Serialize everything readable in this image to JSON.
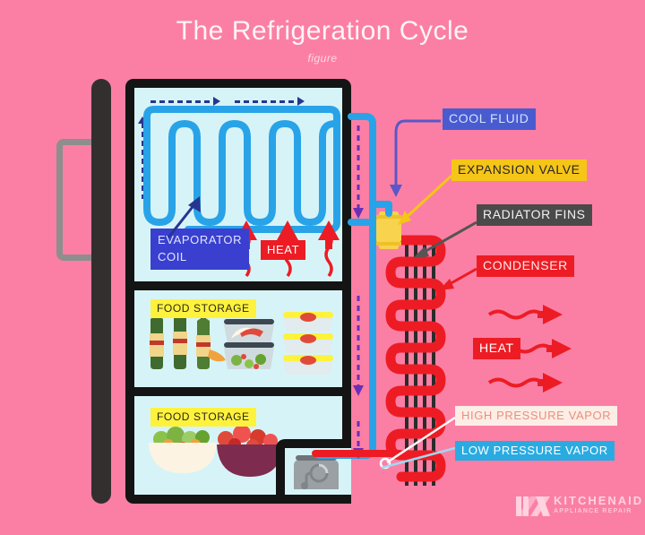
{
  "header": {
    "title": "The Refrigeration Cycle",
    "subtitle": "figure"
  },
  "colors": {
    "background": "#fb7fa4",
    "fridge_body": "#141414",
    "compartment": "#d6f4f8",
    "evaporator_coil": "#29a3e8",
    "condenser_coil": "#ed1c24",
    "expansion_valve": "#f7d34e",
    "radiator_fins": "#2b2b2b",
    "high_pressure_pipe": "#ed1c24",
    "low_pressure_pipe": "#29abe2",
    "airflow_arrow": "#26368f",
    "heat_arrow": "#ed1c24"
  },
  "labels": {
    "cool_fluid": "COOL FLUID",
    "expansion_valve": "EXPANSION VALVE",
    "radiator_fins": "RADIATOR FINS",
    "condenser": "CONDENSER",
    "heat_right": "HEAT",
    "high_pressure_vapor": "HIGH PRESSURE VAPOR",
    "low_pressure_vapor": "LOW PRESSURE VAPOR",
    "evaporator_coil_line1": "EVAPORATOR",
    "evaporator_coil_line2": "COIL",
    "heat_inside": "HEAT",
    "food_storage_middle": "FOOD STORAGE",
    "food_storage_bottom": "FOOD STORAGE"
  },
  "icons": {
    "door_handle": "fridge-door-handle-icon",
    "compressor": "compressor-icon",
    "bottles": "beverage-bottles-icon",
    "containers": "food-containers-icon",
    "salad_bowl": "salad-bowl-icon",
    "fruit_bowl": "fruit-bowl-icon",
    "heat_wave_arrow": "heat-wave-arrow-icon",
    "airflow_arrow": "airflow-dashed-arrow-icon"
  },
  "logo": {
    "brand": "KITCHENAID",
    "tagline": "APPLIANCE REPAIR",
    "mark": "kitchenaid-k-mark-icon"
  }
}
